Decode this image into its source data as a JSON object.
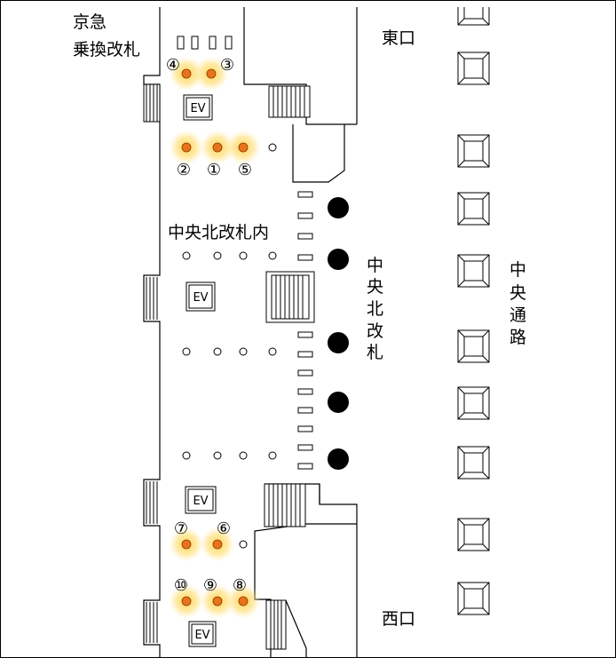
{
  "labels": {
    "keikyu_line1": "京急",
    "keikyu_line2": "乗換改札",
    "east_exit": "東口",
    "west_exit": "西口",
    "central_north_inside": "中央北改札内",
    "central_north_gate": [
      "中",
      "央",
      "北",
      "改",
      "札"
    ],
    "central_passage": [
      "中",
      "央",
      "通",
      "路"
    ]
  },
  "ev_label": "EV",
  "markers": [
    {
      "id": "m1",
      "label": "①"
    },
    {
      "id": "m2",
      "label": "②"
    },
    {
      "id": "m3",
      "label": "③"
    },
    {
      "id": "m4",
      "label": "④"
    },
    {
      "id": "m5",
      "label": "⑤"
    },
    {
      "id": "m6",
      "label": "⑥"
    },
    {
      "id": "m7",
      "label": "⑦"
    },
    {
      "id": "m8",
      "label": "⑧"
    },
    {
      "id": "m9",
      "label": "⑨"
    },
    {
      "id": "m10",
      "label": "⑩"
    }
  ],
  "colors": {
    "marker_dot": "#e8731a",
    "marker_glow": "#ffd24a",
    "gate_dot": "#000000",
    "line": "#000000"
  }
}
